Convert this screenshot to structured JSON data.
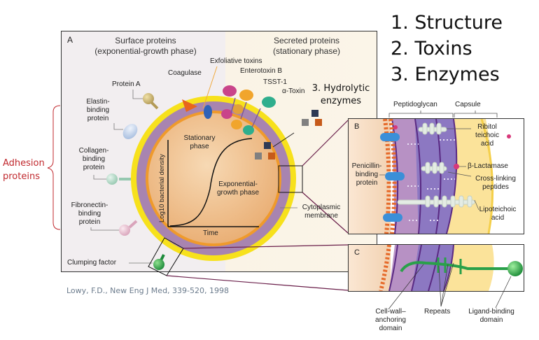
{
  "slide": {
    "list": [
      {
        "number": "1.",
        "label": "Structure"
      },
      {
        "number": "2.",
        "label": "Toxins"
      },
      {
        "number": "3.",
        "label": "Enzymes"
      }
    ],
    "adhesion_label_line1": "Adhesion",
    "adhesion_label_line2": "proteins",
    "hydrolytic_line1": "3. Hydrolytic",
    "hydrolytic_line2": "enzymes",
    "citation": "Lowy, F.D., New Eng J Med, 339-520, 1998",
    "accent_red": "#c0282d"
  },
  "panel_a": {
    "letter": "A",
    "surface_header_line1": "Surface proteins",
    "surface_header_line2": "(exponential-growth phase)",
    "secreted_header_line1": "Secreted proteins",
    "secreted_header_line2": "(stationary phase)",
    "surface_proteins": {
      "protein_a": "Protein A",
      "elastin": [
        "Elastin-",
        "binding",
        "protein"
      ],
      "collagen": [
        "Collagen-",
        "binding",
        "protein"
      ],
      "fibronectin": [
        "Fibronectin-",
        "binding",
        "protein"
      ],
      "clumping": "Clumping factor"
    },
    "secreted_proteins": {
      "coagulase": "Coagulase",
      "exfoliative": "Exfoliative toxins",
      "enterotoxin": "Enterotoxin B",
      "tsst": "TSST-1",
      "alpha_toxin": "α-Toxin"
    },
    "growth_curve": {
      "ylabel": "Log10 bacterial density",
      "xlabel": "Time",
      "stationary_line1": "Stationary",
      "stationary_line2": "phase",
      "exponential_line1": "Exponential-",
      "exponential_line2": "growth phase"
    },
    "membrane_line1": "Cytoplasmic",
    "membrane_line2": "membrane"
  },
  "panel_b": {
    "letter": "B",
    "peptidoglycan": "Peptidoglycan",
    "capsule": "Capsule",
    "ribitol": [
      "Ribitol",
      "teichoic",
      "acid"
    ],
    "lactamase": "β-Lactamase",
    "penicillin": [
      "Penicillin-",
      "binding",
      "protein"
    ],
    "crosslinking": [
      "Cross-linking",
      "peptides"
    ],
    "lipoteichoic": [
      "Lipoteichoic",
      "acid"
    ]
  },
  "panel_c": {
    "letter": "C",
    "anchoring": [
      "Cell-wall–",
      "anchoring",
      "domain"
    ],
    "repeats": "Repeats",
    "ligand": [
      "Ligand-binding",
      "domain"
    ]
  }
}
